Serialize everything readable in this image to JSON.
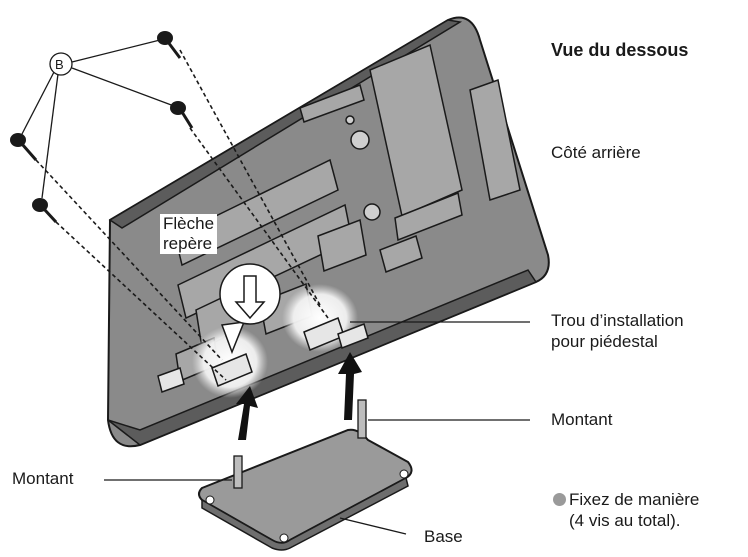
{
  "labels": {
    "screw_marker": "B",
    "view_title": "Vue du dessous",
    "rear_side": "Côté arrière",
    "guide_arrow_line1": "Flèche",
    "guide_arrow_line2": "repère",
    "mount_hole_line1": "Trou d’installation",
    "mount_hole_line2": "pour piédestal",
    "post_right": "Montant",
    "post_left": "Montant",
    "base": "Base",
    "note_line1": "Fixez de manière",
    "note_line2": "(4 vis au total)."
  },
  "colors": {
    "outline": "#1a1a1a",
    "tv_back": "#8a8a8a",
    "tv_edge": "#5c5c5c",
    "panel": "#a7a7a7",
    "base_top": "#9a9a9a",
    "highlight_glow": "#e9e9e9",
    "bullet": "#9a9a9a"
  },
  "icons": [
    "screw-icon",
    "down-arrow-icon",
    "up-arrow-icon"
  ]
}
